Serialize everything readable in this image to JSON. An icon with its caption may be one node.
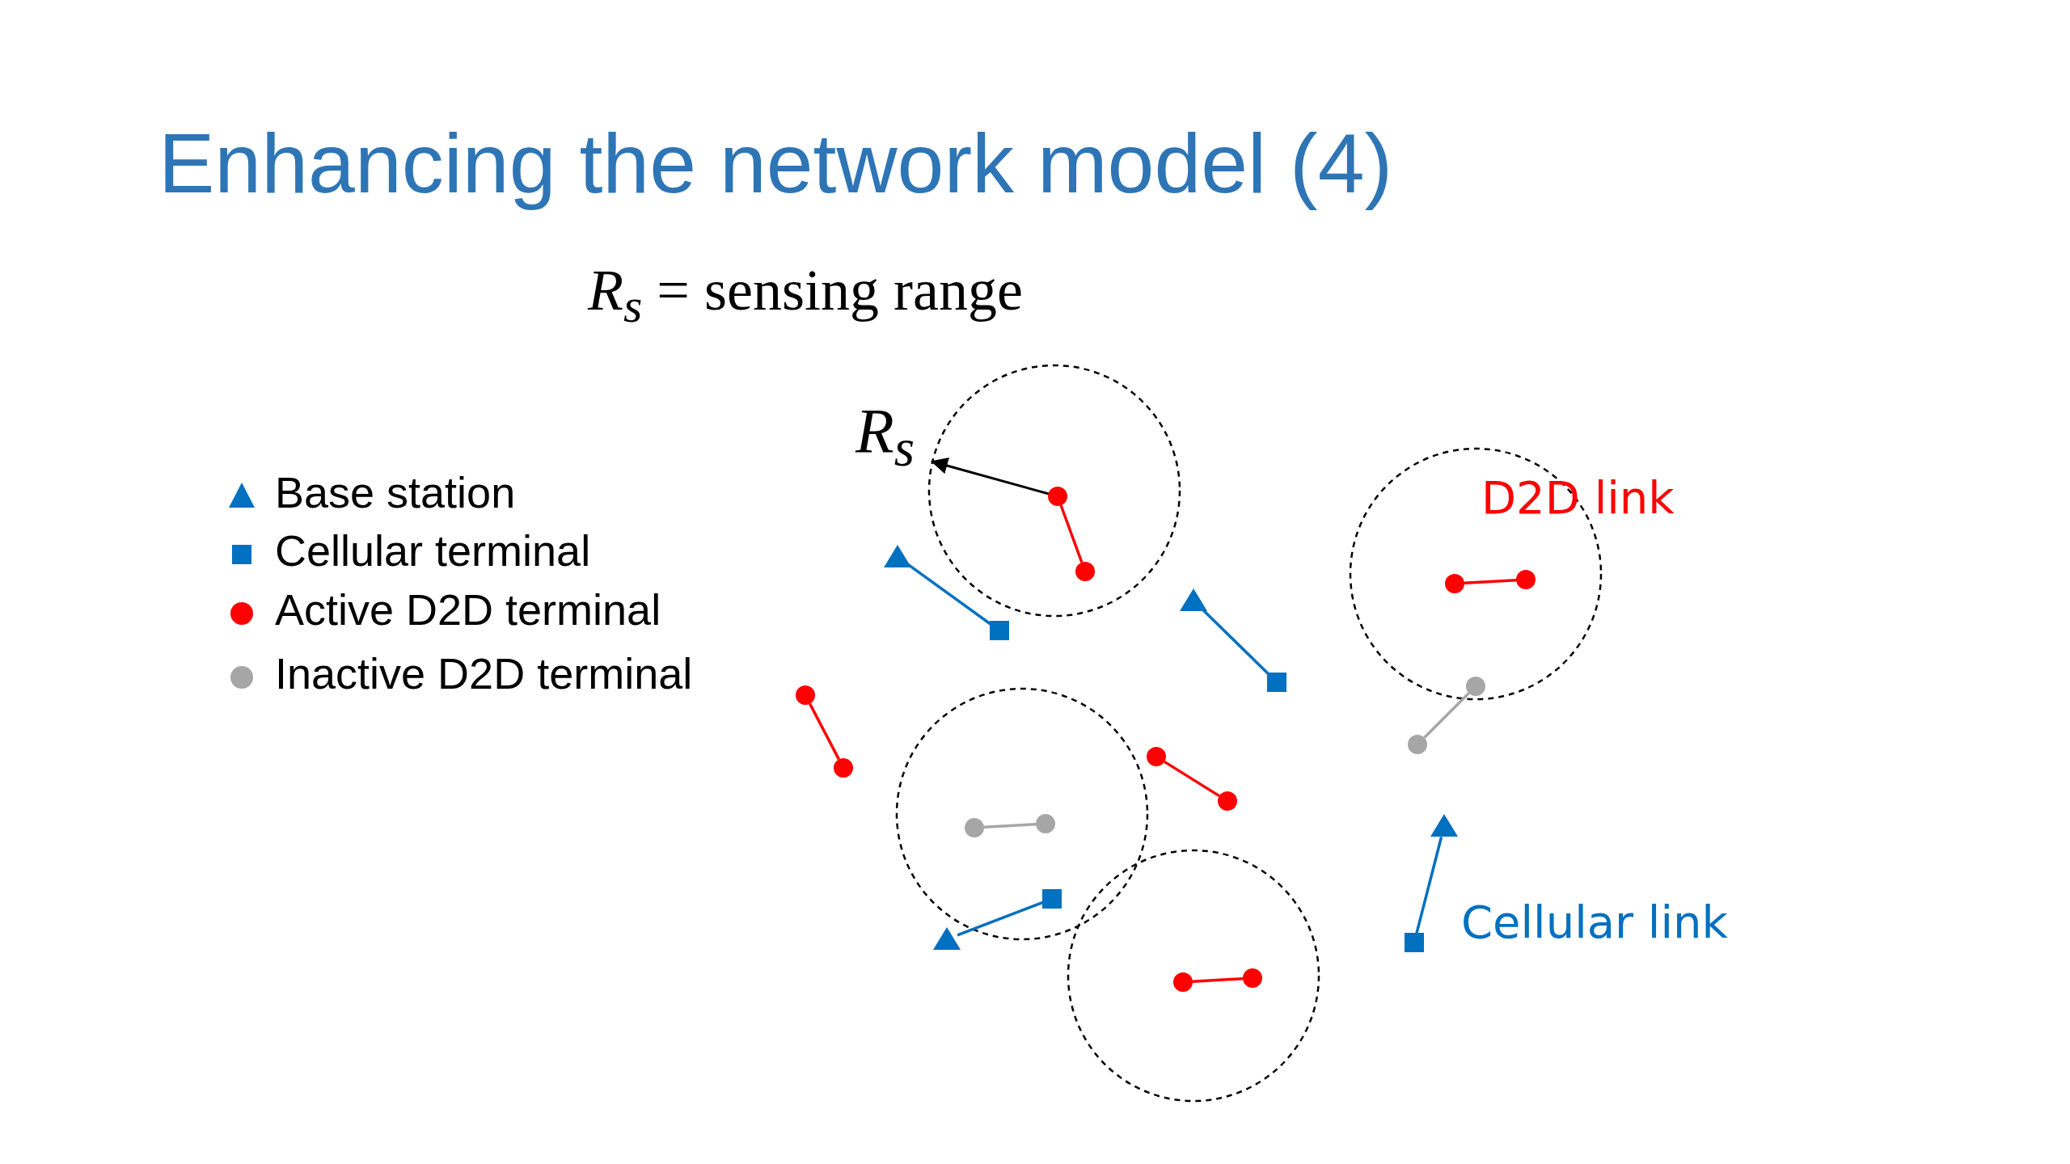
{
  "diagram": {
    "title": "Enhancing the network model (4)",
    "nodes": [
      {
        "text": [],
        "shape": "circle"
      },
      {
        "text": [],
        "shape": "triangle"
      },
      {
        "text": [],
        "shape": "circle"
      },
      {
        "text": [],
        "shape": "circle"
      },
      {
        "text": [],
        "shape": "circle"
      },
      {
        "text": [],
        "shape": "triangle"
      },
      {
        "text": [],
        "shape": "box"
      },
      {
        "text": [],
        "shape": "box"
      },
      {
        "text": [],
        "shape": "circle"
      },
      {
        "text": [],
        "shape": "circle"
      },
      {
        "text": [],
        "shape": "circle"
      },
      {
        "text": [],
        "shape": "circle"
      },
      {
        "text": [],
        "shape": "circle"
      },
      {
        "text": [],
        "shape": "circle"
      },
      {
        "text": [],
        "shape": "circle"
      },
      {
        "text": [],
        "shape": "triangle"
      },
      {
        "text": [],
        "shape": "circle"
      },
      {
        "text": [],
        "shape": "box"
      },
      {
        "text": [],
        "shape": "triangle"
      },
      {
        "text": [],
        "shape": "box"
      },
      {
        "text": [],
        "shape": "circle"
      },
      {
        "text": [],
        "shape": "circle"
      }
    ],
    "edges": [
      {
        "from": 0,
        "to": 2,
        "arrow": "none"
      },
      {
        "from": 1,
        "to": 6,
        "arrow": "none",
        "color": "#0070c0"
      },
      {
        "from": 5,
        "to": 7,
        "arrow": "none",
        "color": "#0070c0"
      },
      {
        "from": 4,
        "to": 3,
        "arrow": "none"
      },
      {
        "from": 8,
        "to": 10,
        "arrow": "none",
        "color": "#a6a6a6"
      },
      {
        "from": 9,
        "to": 12,
        "arrow": "none"
      },
      {
        "from": 11,
        "to": 13,
        "arrow": "none"
      },
      {
        "from": 16,
        "to": 14,
        "arrow": "none",
        "color": "#a6a6a6"
      },
      {
        "from": 17,
        "to": 18,
        "arrow": "none",
        "color": "#0070c0"
      },
      {
        "from": 15,
        "to": 19,
        "arrow": "none",
        "color": "#0070c0"
      },
      {
        "from": 21,
        "to": 20,
        "arrow": "none"
      }
    ],
    "labels": [
      "*R*$_{s}$ = sensing range",
      "*R*$_{s}$",
      "D2D link",
      "Cellular link"
    ],
    "legend": [
      {
        "text": "Base station"
      },
      {
        "text": "Cellular terminal"
      },
      {
        "text": "Active D2D terminal"
      },
      {
        "text": "Inactive D2D terminal"
      }
    ]
  }
}
